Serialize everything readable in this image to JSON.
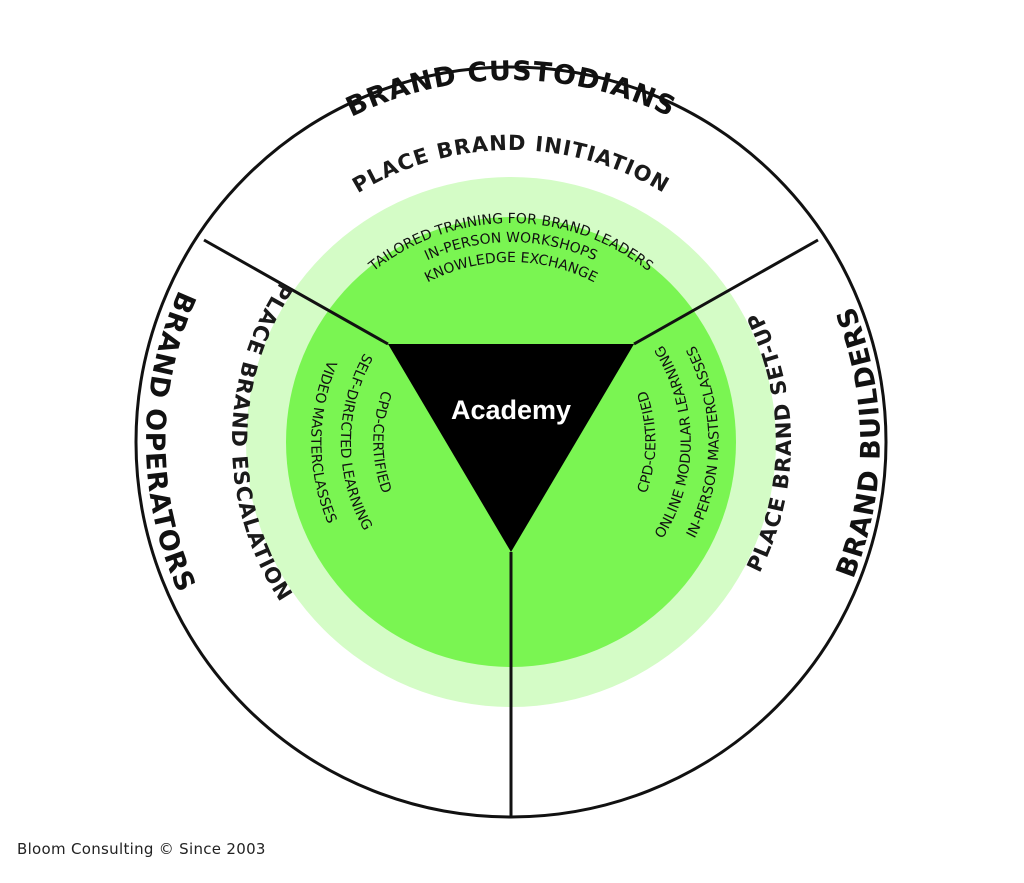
{
  "colors": {
    "outer_ring": "#ffffff",
    "middle_ring": "#d4fcc6",
    "inner_disc": "#7af552",
    "center": "#000000",
    "lines": "#111111"
  },
  "center": {
    "label": "Academy"
  },
  "segments": {
    "top": {
      "outer": "BRAND CUSTODIANS",
      "middle": "PLACE BRAND INITIATION",
      "items": [
        "TAILORED TRAINING FOR BRAND LEADERS",
        "IN-PERSON WORKSHOPS",
        "KNOWLEDGE EXCHANGE"
      ]
    },
    "left": {
      "outer": "BRAND OPERATORS",
      "middle": "PLACE BRAND ESCALATION",
      "items": [
        "VIDEO MASTERCLASSES",
        "SELF-DIRECTED LEARNING",
        "CPD-CERTIFIED"
      ]
    },
    "right": {
      "outer": "BRAND BUILDERS",
      "middle": "PLACE BRAND SET-UP",
      "items": [
        "CPD-CERTIFIED",
        "ONLINE MODULAR LEARNING",
        "IN-PERSON MASTERCLASSES"
      ]
    }
  },
  "footer": "Bloom Consulting © Since 2003"
}
